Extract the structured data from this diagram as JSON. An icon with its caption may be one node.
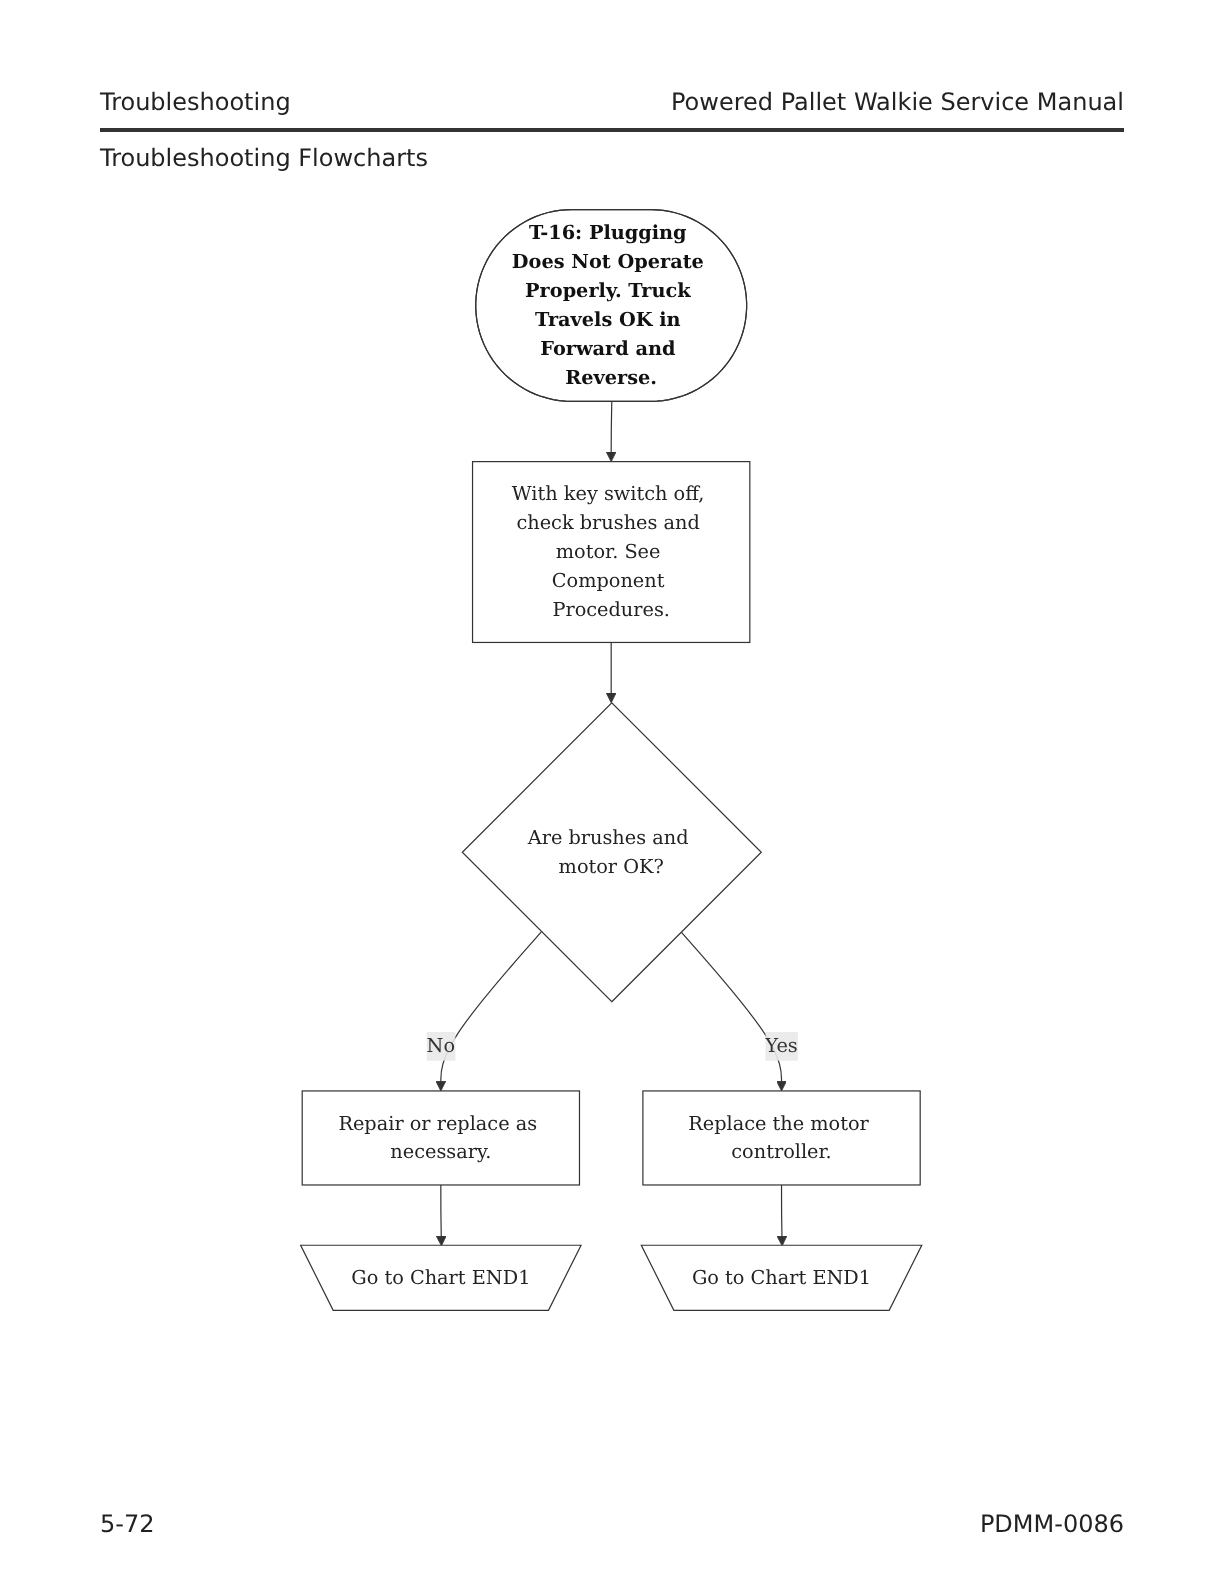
{
  "diagram": {
    "nodes": [
      {
        "text": [
          "T-16: Plugging Does Not Operate Properly. Truck Travels OK in Forward and Reverse."
        ]
      },
      {
        "text": [
          "With key switch off, check brushes and motor. See Component Procedures."
        ]
      },
      {
        "text": [
          "Are brushes and motor OK?"
        ]
      },
      {
        "text": [
          "Repair or replace as necessary."
        ]
      },
      {
        "text": [
          "Go to Chart END1"
        ]
      },
      {
        "text": [
          "Replace the motor controller."
        ]
      },
      {
        "text": [
          "Go to Chart END1"
        ]
      }
    ],
    "edges": [
      {
        "from": 0,
        "to": 1,
        "arrow": "to"
      },
      {
        "from": 1,
        "to": 2,
        "arrow": "to"
      },
      {
        "from": 2,
        "to": 3,
        "label": "No",
        "arrow": "to"
      },
      {
        "from": 3,
        "to": 4,
        "arrow": "to"
      },
      {
        "from": 2,
        "to": 5,
        "label": "Yes",
        "arrow": "to"
      },
      {
        "from": 5,
        "to": 6,
        "arrow": "to"
      }
    ],
    "labels": [
      "Troubleshooting",
      "Powered Pallet Walkie Service Manual",
      "Troubleshooting Flowcharts",
      "5-72",
      "PDMM-0086"
    ]
  }
}
